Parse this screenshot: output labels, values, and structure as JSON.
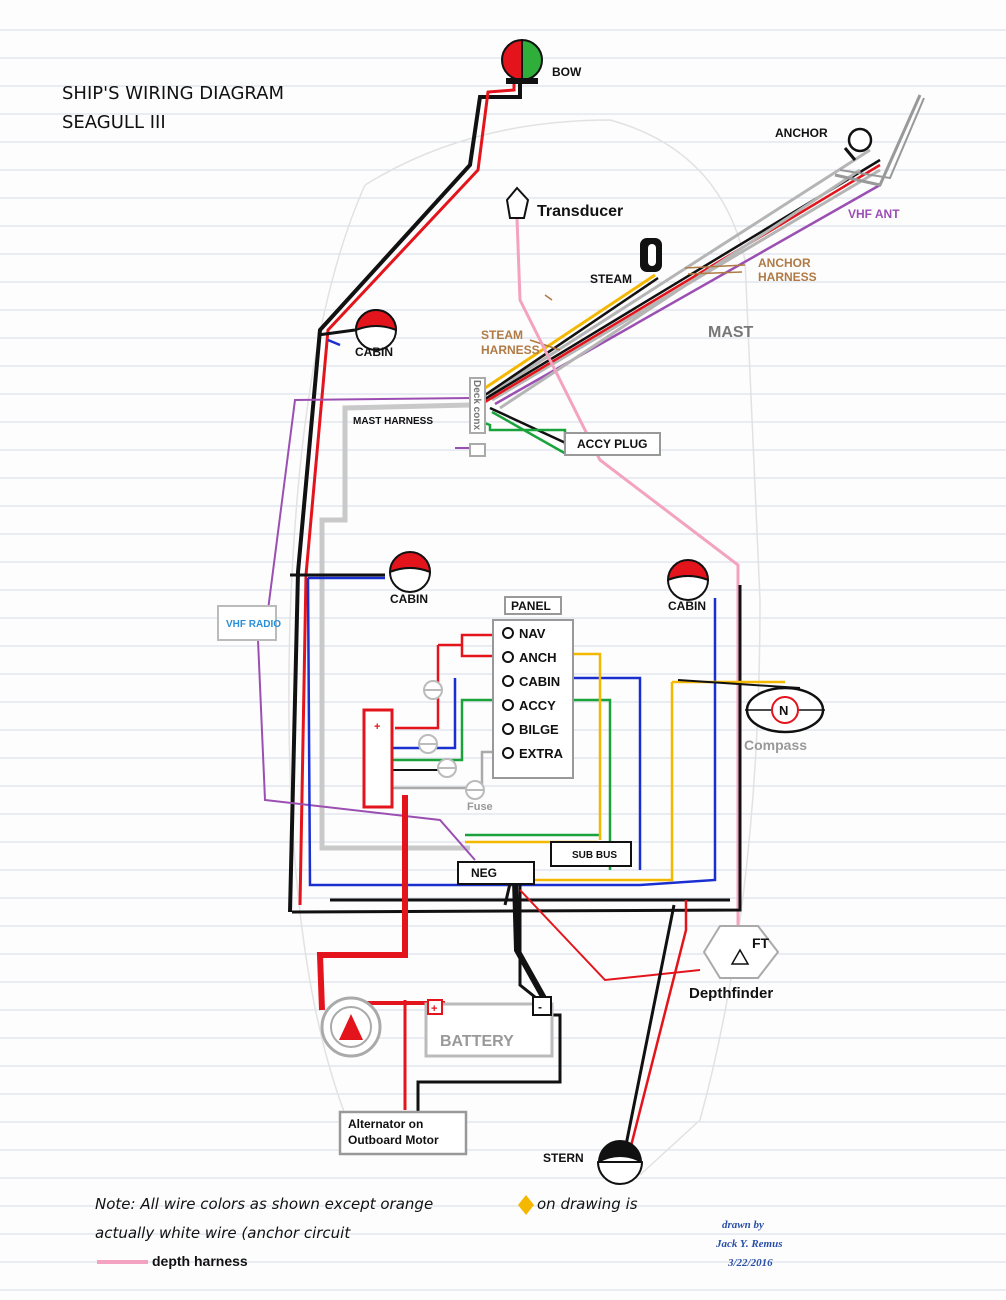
{
  "title": {
    "line1": "SHIP'S WIRING DIAGRAM",
    "line2": "SEAGULL III"
  },
  "labels": {
    "bow": "BOW",
    "anchor": "ANCHOR",
    "vhf_ant": "VHF ANT",
    "transducer": "Transducer",
    "steam": "STEAM",
    "anchor_harness_1": "ANCHOR",
    "anchor_harness_2": "HARNESS",
    "mast": "MAST",
    "steam_harness_1": "STEAM",
    "steam_harness_2": "HARNESS",
    "cabin_top": "CABIN",
    "deck_conx": "Deck conx",
    "mast_harness": "MAST HARNESS",
    "accy_plug": "ACCY PLUG",
    "cabin_left": "CABIN",
    "cabin_right": "CABIN",
    "vhf_radio": "VHF RADIO",
    "panel": "PANEL",
    "compass": "Compass",
    "compass_n": "N",
    "fuse": "Fuse",
    "sub_bus": "SUB BUS",
    "neg": "NEG",
    "ft": "FT",
    "depthfinder": "Depthfinder",
    "battery": "BATTERY",
    "alternator_1": "Alternator on",
    "alternator_2": "Outboard Motor",
    "stern": "STERN",
    "plus": "+",
    "minus": "-"
  },
  "panel_switches": [
    "NAV",
    "ANCH",
    "CABIN",
    "ACCY",
    "BILGE",
    "EXTRA"
  ],
  "note": {
    "line1a": "Note: All wire colors as shown except orange",
    "line1b": "on drawing is",
    "line2": "actually white wire (anchor circuit",
    "legend": "depth harness"
  },
  "signature": {
    "line1": "drawn by",
    "line2": "Jack Y. Remus",
    "line3": "3/22/2016"
  },
  "colors": {
    "red": "#e3141b",
    "black": "#111111",
    "blue": "#1a2fd0",
    "green": "#1aa33a",
    "yellow": "#f2c200",
    "orange": "#f5b800",
    "purple": "#9b4fb3",
    "pink": "#f3a3bf",
    "gray": "#b5b5b5",
    "brown": "#b07a45"
  }
}
